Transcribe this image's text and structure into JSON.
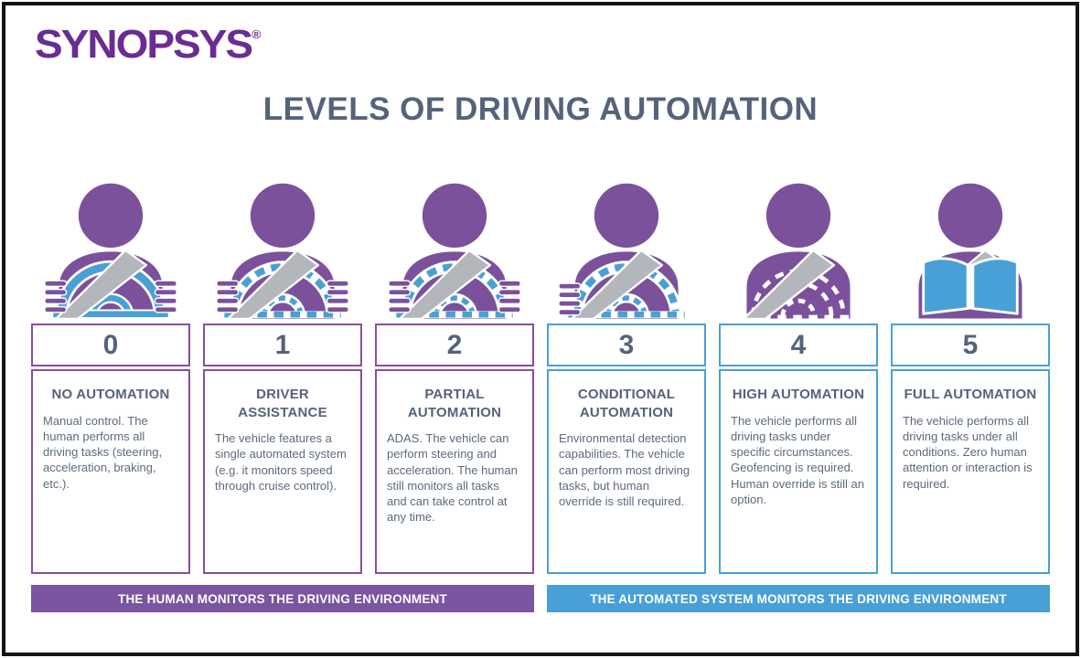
{
  "brand": {
    "logo_text": "SYNOPSYS",
    "registered_mark": "®"
  },
  "header": {
    "title": "LEVELS OF DRIVING AUTOMATION"
  },
  "colors": {
    "logo_purple": "#6a2c91",
    "person_purple": "#7b519c",
    "accent_blue": "#49a0d6",
    "seatbelt_gray": "#b3b6ba",
    "card_purple": "#8a4d9e",
    "card_blue": "#49a0d6",
    "banner_purple": "#7a55a0",
    "banner_blue": "#49a0d6",
    "heading_slate": "#55637a",
    "body_text": "#5c6a7c"
  },
  "levels": [
    {
      "number": "0",
      "title": "NO AUTOMATION",
      "description": "Manual control. The human performs all driving tasks (steering, acceleration, braking, etc.).",
      "group": "human",
      "icon": "driver-wheel-solid-icon"
    },
    {
      "number": "1",
      "title": "DRIVER ASSISTANCE",
      "description": "The vehicle features a single automated system (e.g. it monitors speed through cruise control).",
      "group": "human",
      "icon": "driver-wheel-dashed-icon"
    },
    {
      "number": "2",
      "title": "PARTIAL AUTOMATION",
      "description": "ADAS. The vehicle can perform steering and acceleration. The human still monitors all tasks and can take control at any time.",
      "group": "human",
      "icon": "driver-wheel-dashed-icon"
    },
    {
      "number": "3",
      "title": "CONDITIONAL AUTOMATION",
      "description": "Environmental detection capabilities. The vehicle can perform most driving tasks, but human override is still required.",
      "group": "automated",
      "icon": "driver-wheel-hand-off-icon"
    },
    {
      "number": "4",
      "title": "HIGH AUTOMATION",
      "description": "The vehicle performs all driving tasks under specific circumstances. Geofencing is required. Human override is still an option.",
      "group": "automated",
      "icon": "driver-wheel-outline-icon"
    },
    {
      "number": "5",
      "title": "FULL AUTOMATION",
      "description": "The vehicle performs all driving tasks under all conditions. Zero human attention or interaction is required.",
      "group": "automated",
      "icon": "passenger-reading-book-icon"
    }
  ],
  "banners": [
    {
      "label": "THE HUMAN MONITORS THE DRIVING ENVIRONMENT",
      "group": "human"
    },
    {
      "label": "THE AUTOMATED SYSTEM MONITORS THE DRIVING ENVIRONMENT",
      "group": "automated"
    }
  ]
}
